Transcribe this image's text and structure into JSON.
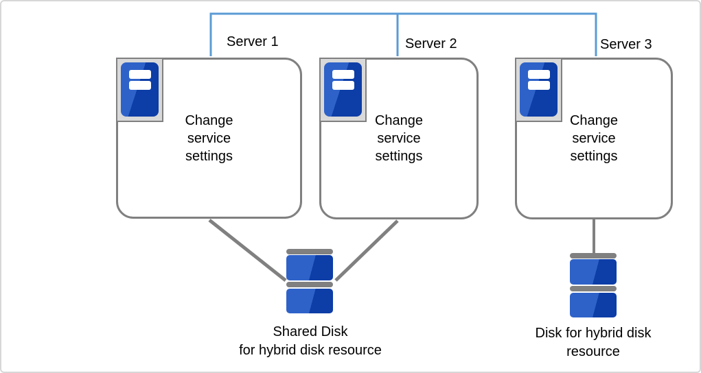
{
  "servers": [
    {
      "name": "Server 1",
      "action": "Change service settings"
    },
    {
      "name": "Server 2",
      "action": "Change service settings"
    },
    {
      "name": "Server 3",
      "action": "Change service settings"
    }
  ],
  "disks": {
    "shared": {
      "line1": "Shared Disk",
      "line2": "for hybrid disk resource"
    },
    "local": {
      "line1": "Disk for hybrid disk",
      "line2": "resource"
    }
  },
  "icons": {
    "server": "blue server tower with two white slots in gray frame",
    "disk": "stacked blue disk platters with gray separator bars"
  },
  "colors": {
    "connector_blue": "#5B9BD5",
    "line_gray": "#808080",
    "frame_fill": "#D9D9D9",
    "icon_blue_light": "#2E62C9",
    "icon_blue_dark": "#0D3DA6",
    "text_color": "#000000",
    "canvas_border": "#D7D7D7"
  }
}
